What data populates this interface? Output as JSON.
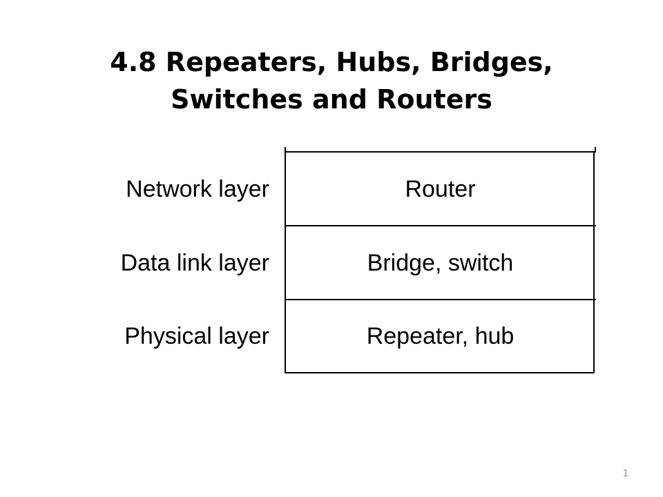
{
  "title": {
    "line1": "4.8 Repeaters, Hubs, Bridges,",
    "line2": "Switches and Routers"
  },
  "diagram": {
    "rows": [
      {
        "layer": "Network layer",
        "device": "Router"
      },
      {
        "layer": "Data link layer",
        "device": "Bridge, switch"
      },
      {
        "layer": "Physical layer",
        "device": "Repeater, hub"
      }
    ]
  },
  "page_number": "1"
}
